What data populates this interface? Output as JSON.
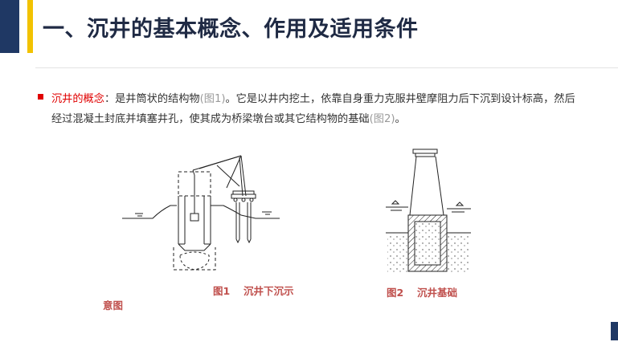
{
  "header": {
    "title": "一、沉井的基本概念、作用及适用条件"
  },
  "content": {
    "term": "沉井的概念",
    "definition_1": "：是井筒状的结构物",
    "fig1_ref": "(图1)",
    "definition_2": "。它是以井内挖土，依靠自身重力克服井壁摩阻力后下沉到设计标高，然后经过混凝土封底并填塞井孔，使其成为桥梁墩台或其它结构物的基础",
    "fig2_ref": "(图2)",
    "definition_end": "。"
  },
  "figures": {
    "fig1": {
      "caption_a": "图1　 沉井下沉示",
      "caption_b": "意图"
    },
    "fig2": {
      "caption": "图2　 沉井基础"
    }
  },
  "colors": {
    "navy": "#1f3864",
    "gold": "#f2c200",
    "keyword_red": "#e00000",
    "caption_red": "#c0504d"
  }
}
